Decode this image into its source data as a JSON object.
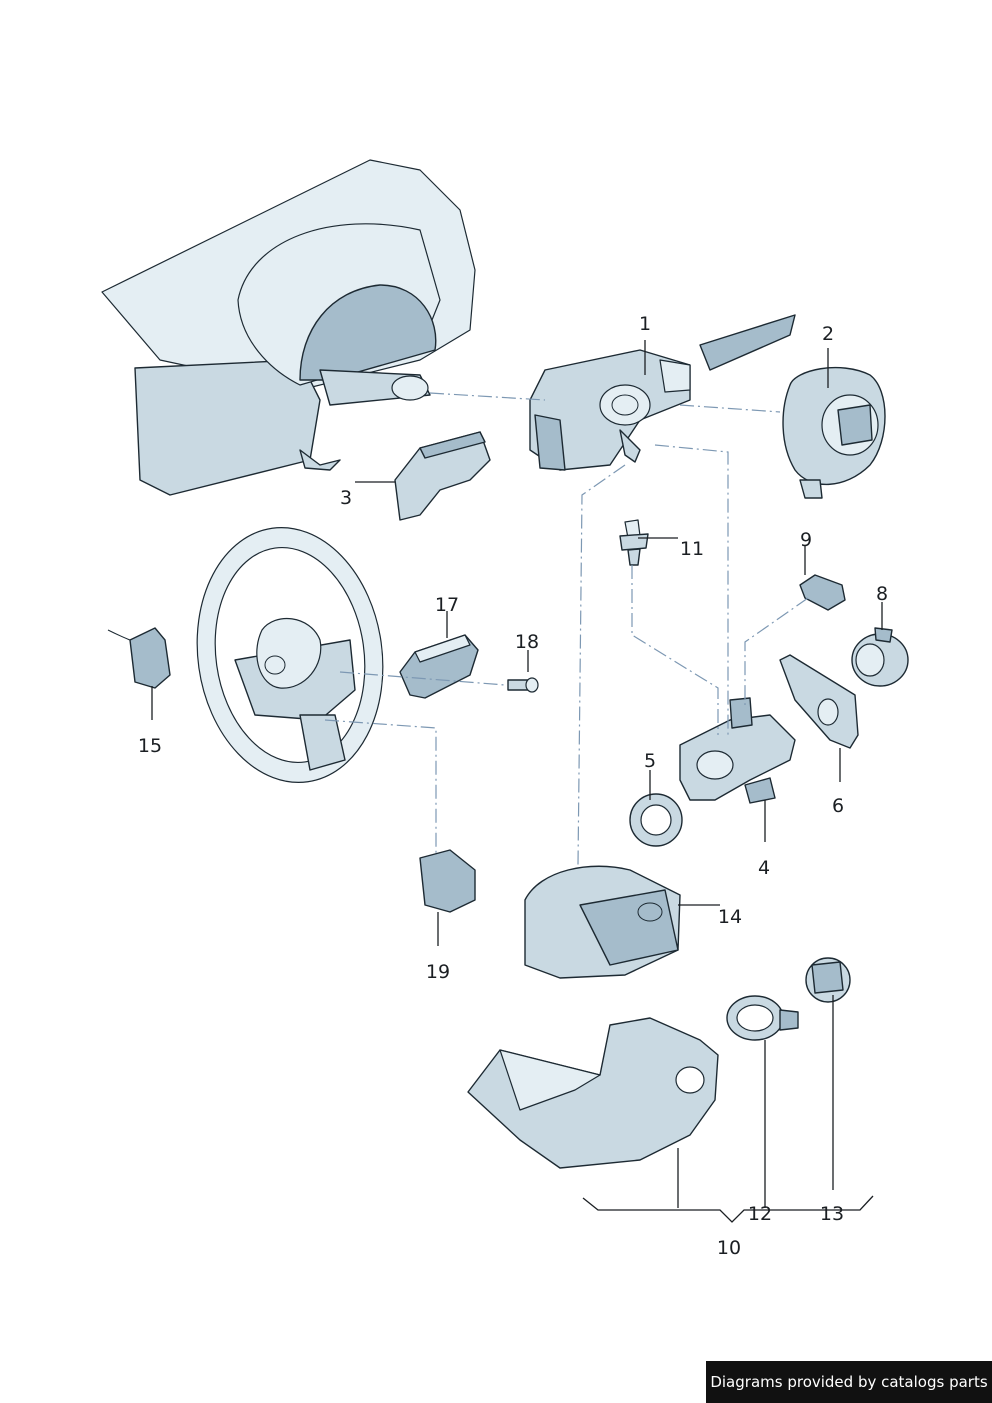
{
  "footer": {
    "text": "Diagrams provided by catalogs parts"
  },
  "callouts": {
    "c1": "1",
    "c2": "2",
    "c3": "3",
    "c4": "4",
    "c5": "5",
    "c6": "6",
    "c8": "8",
    "c9": "9",
    "c10": "10",
    "c11": "11",
    "c12": "12",
    "c13": "13",
    "c14": "14",
    "c15": "15",
    "c17": "17",
    "c18": "18",
    "c19": "19"
  },
  "colors": {
    "part_fill": "#c9d9e2",
    "part_shade": "#a5bccb",
    "outline": "#1d2a33",
    "dash_line": "#7d98b3"
  }
}
